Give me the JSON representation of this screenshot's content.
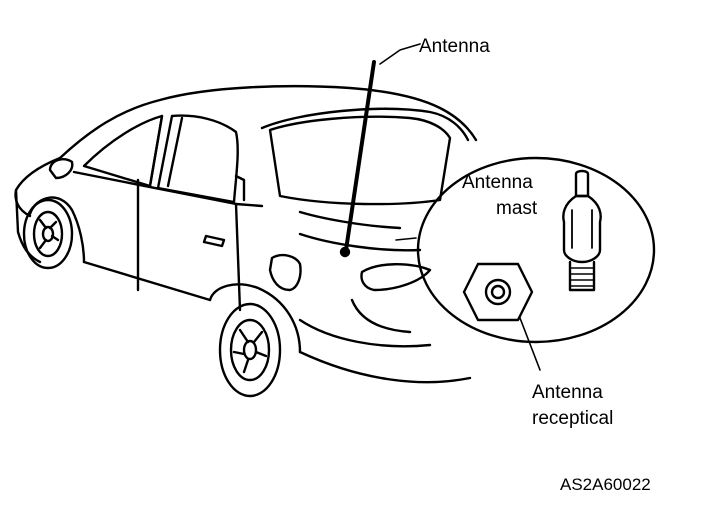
{
  "labels": {
    "antenna": "Antenna",
    "mast_line1": "Antenna",
    "mast_line2": "mast",
    "receptical_line1": "Antenna",
    "receptical_line2": "receptical",
    "figure_code": "AS2A60022"
  },
  "colors": {
    "ink": "#000000",
    "paper": "#ffffff"
  }
}
